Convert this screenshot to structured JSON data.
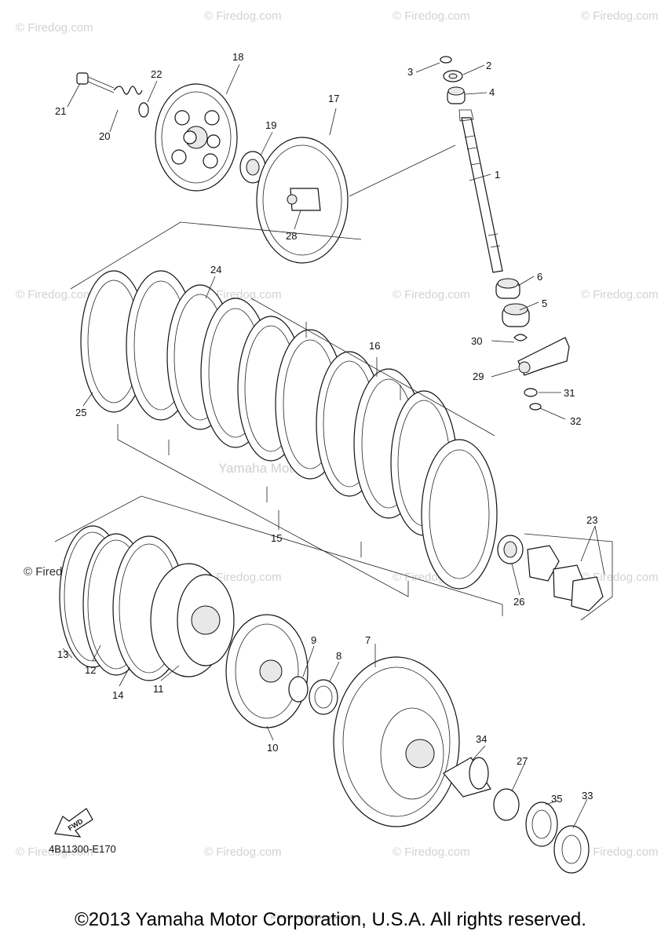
{
  "watermark": "© Firedog.com",
  "center_watermark": "Yamaha Motor Corp., USA",
  "diagram_code": "4B11300-E170",
  "fwd_label": "FWD",
  "small_notice": "(c) 2005-2016 Yamaha Motor Corporation, U.S.A.",
  "footer": "©2013 Yamaha Motor Corporation, U.S.A. All rights reserved.",
  "callouts": {
    "c1": "1",
    "c2": "2",
    "c3": "3",
    "c4": "4",
    "c5": "5",
    "c6": "6",
    "c7": "7",
    "c8": "8",
    "c9": "9",
    "c10": "10",
    "c11": "11",
    "c12": "12",
    "c13": "13",
    "c14": "14",
    "c15": "15",
    "c16": "16",
    "c17": "17",
    "c18": "18",
    "c19": "19",
    "c20": "20",
    "c21": "21",
    "c22": "22",
    "c23": "23",
    "c24": "24",
    "c25": "25",
    "c26": "26",
    "c27": "27",
    "c28": "28",
    "c29": "29",
    "c30": "30",
    "c31": "31",
    "c32": "32",
    "c33": "33",
    "c34": "34",
    "c35": "35"
  }
}
